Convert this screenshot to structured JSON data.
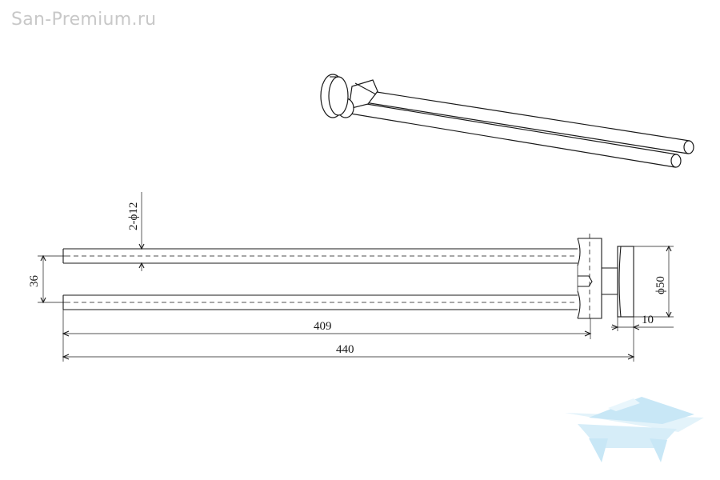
{
  "watermark": {
    "site": "San-Premium.ru"
  },
  "dimensions": {
    "diameter_tube": "2-ϕ12",
    "spacing": "36",
    "inner_length": "409",
    "total_length": "440",
    "flange_diameter": "ϕ50",
    "flange_depth": "10"
  },
  "colors": {
    "line": "#1a1a1a",
    "watermark_text": "#c8c8c8",
    "logo_accent": "#bfe3f5"
  }
}
